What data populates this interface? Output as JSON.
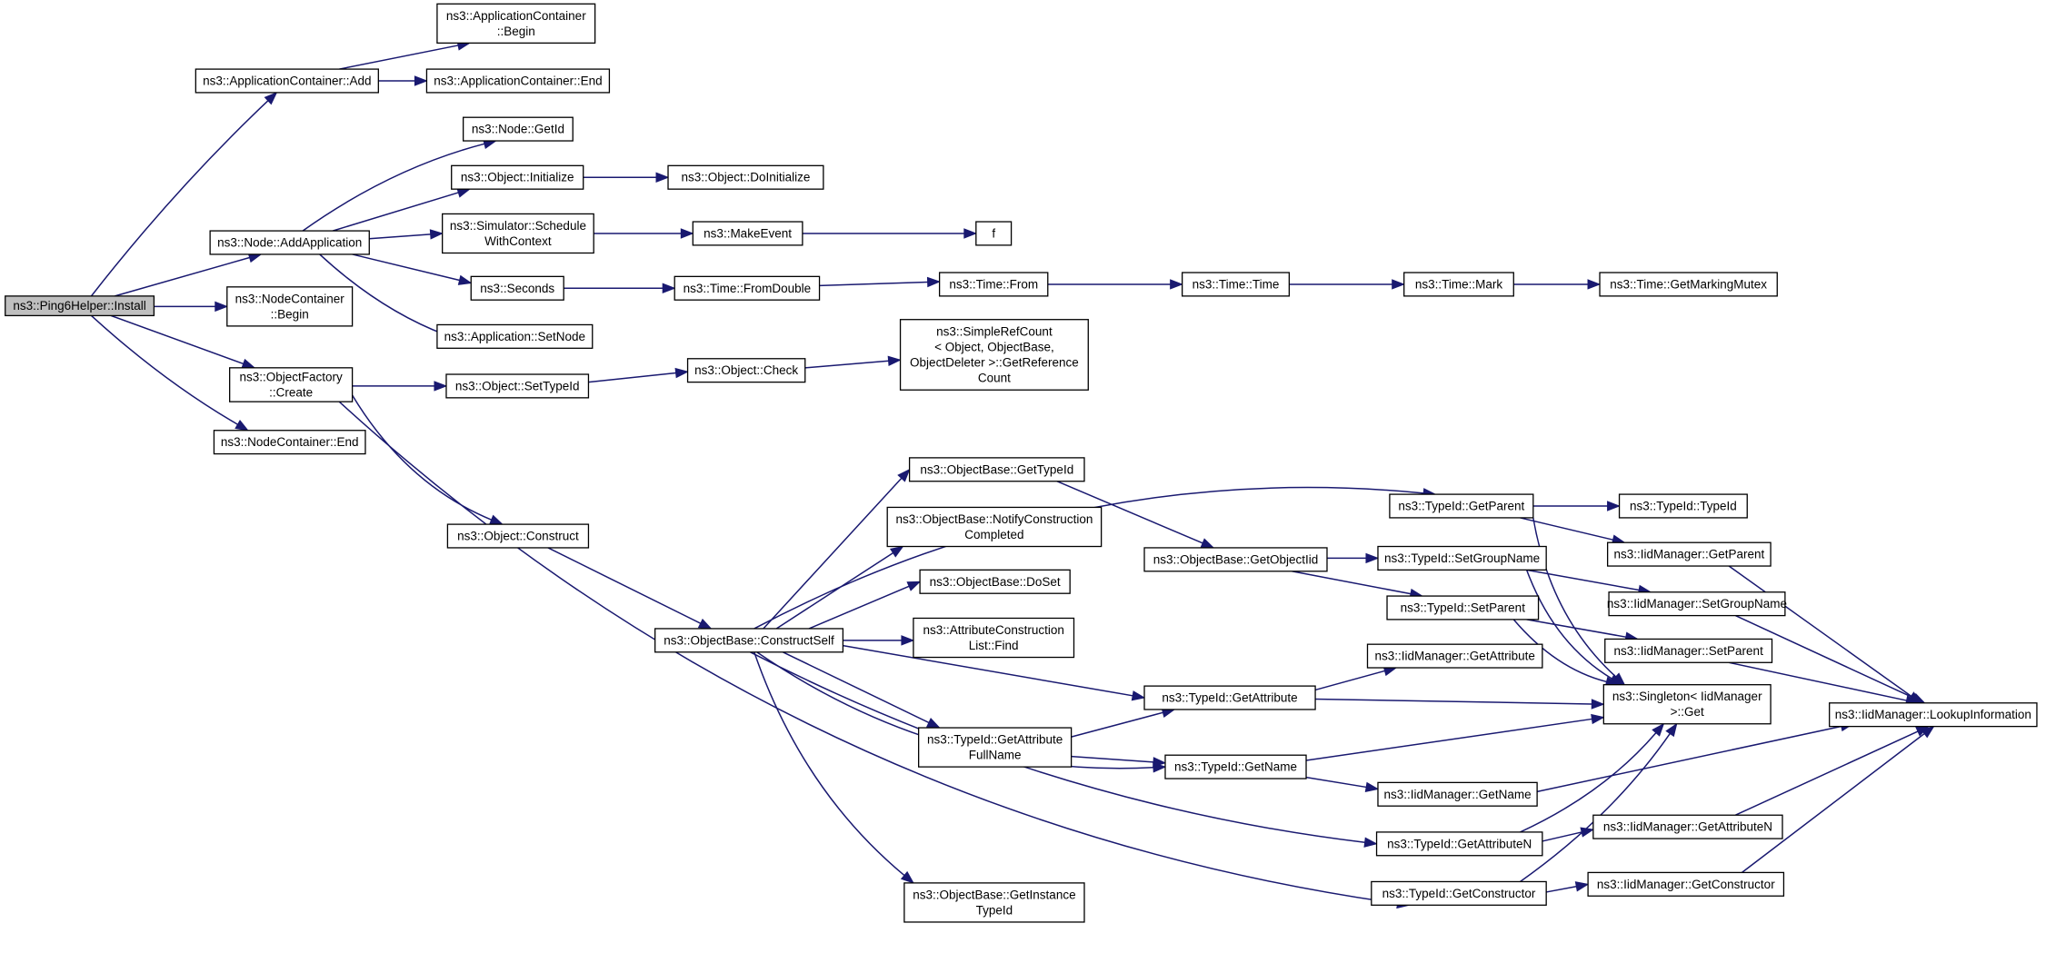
{
  "nodes": {
    "n0": {
      "lines": [
        "ns3::Ping6Helper::Install"
      ],
      "root": true
    },
    "n1": {
      "lines": [
        "ns3::ApplicationContainer::Add"
      ]
    },
    "n2": {
      "lines": [
        "ns3::ApplicationContainer",
        "::Begin"
      ]
    },
    "n3": {
      "lines": [
        "ns3::ApplicationContainer::End"
      ]
    },
    "n4": {
      "lines": [
        "ns3::Node::AddApplication"
      ]
    },
    "n5": {
      "lines": [
        "ns3::Node::GetId"
      ]
    },
    "n6": {
      "lines": [
        "ns3::Object::Initialize"
      ]
    },
    "n7": {
      "lines": [
        "ns3::Object::DoInitialize"
      ]
    },
    "n8": {
      "lines": [
        "ns3::Simulator::Schedule",
        "WithContext"
      ]
    },
    "n9": {
      "lines": [
        "ns3::MakeEvent"
      ]
    },
    "n10": {
      "lines": [
        "f"
      ]
    },
    "n11": {
      "lines": [
        "ns3::Seconds"
      ]
    },
    "n12": {
      "lines": [
        "ns3::Time::FromDouble"
      ]
    },
    "n13": {
      "lines": [
        "ns3::Time::From"
      ]
    },
    "n14": {
      "lines": [
        "ns3::Time::Time"
      ]
    },
    "n15": {
      "lines": [
        "ns3::Time::Mark"
      ]
    },
    "n16": {
      "lines": [
        "ns3::Time::GetMarkingMutex"
      ]
    },
    "n17": {
      "lines": [
        "ns3::Application::SetNode"
      ]
    },
    "n18": {
      "lines": [
        "ns3::NodeContainer",
        "::Begin"
      ]
    },
    "n19": {
      "lines": [
        "ns3::ObjectFactory",
        "::Create"
      ]
    },
    "n20": {
      "lines": [
        "ns3::Object::SetTypeId"
      ]
    },
    "n21": {
      "lines": [
        "ns3::Object::Check"
      ]
    },
    "n22": {
      "lines": [
        "ns3::SimpleRefCount",
        "< Object, ObjectBase,",
        " ObjectDeleter >::GetReference",
        "Count"
      ]
    },
    "n23": {
      "lines": [
        "ns3::NodeContainer::End"
      ]
    },
    "n24": {
      "lines": [
        "ns3::Object::Construct"
      ]
    },
    "n25": {
      "lines": [
        "ns3::ObjectBase::ConstructSelf"
      ]
    },
    "n26": {
      "lines": [
        "ns3::ObjectBase::GetTypeId"
      ]
    },
    "n27": {
      "lines": [
        "ns3::ObjectBase::NotifyConstruction",
        "Completed"
      ]
    },
    "n28": {
      "lines": [
        "ns3::ObjectBase::DoSet"
      ]
    },
    "n29": {
      "lines": [
        "ns3::AttributeConstruction",
        "List::Find"
      ]
    },
    "n30": {
      "lines": [
        "ns3::TypeId::GetAttribute",
        "FullName"
      ]
    },
    "n31": {
      "lines": [
        "ns3::ObjectBase::GetInstance",
        "TypeId"
      ]
    },
    "n32": {
      "lines": [
        "ns3::ObjectBase::GetObjectIid"
      ]
    },
    "n33": {
      "lines": [
        "ns3::TypeId::GetAttribute"
      ]
    },
    "n34": {
      "lines": [
        "ns3::TypeId::GetName"
      ]
    },
    "n35": {
      "lines": [
        "ns3::TypeId::GetParent"
      ]
    },
    "n36": {
      "lines": [
        "ns3::TypeId::SetGroupName"
      ]
    },
    "n37": {
      "lines": [
        "ns3::TypeId::SetParent"
      ]
    },
    "n38": {
      "lines": [
        "ns3::IidManager::GetAttribute"
      ]
    },
    "n39": {
      "lines": [
        "ns3::TypeId::GetAttributeN"
      ]
    },
    "n40": {
      "lines": [
        "ns3::TypeId::GetConstructor"
      ]
    },
    "n41": {
      "lines": [
        "ns3::TypeId::TypeId"
      ]
    },
    "n42": {
      "lines": [
        "ns3::IidManager::GetParent"
      ]
    },
    "n43": {
      "lines": [
        "ns3::IidManager::SetGroupName"
      ]
    },
    "n44": {
      "lines": [
        "ns3::IidManager::SetParent"
      ]
    },
    "n45": {
      "lines": [
        "ns3::Singleton< IidManager",
        " >::Get"
      ]
    },
    "n46": {
      "lines": [
        "ns3::IidManager::GetName"
      ]
    },
    "n47": {
      "lines": [
        "ns3::IidManager::GetAttributeN"
      ]
    },
    "n48": {
      "lines": [
        "ns3::IidManager::GetConstructor"
      ]
    },
    "n49": {
      "lines": [
        "ns3::IidManager::LookupInformation"
      ]
    }
  },
  "edges": [
    [
      "n0",
      "n1"
    ],
    [
      "n0",
      "n4"
    ],
    [
      "n0",
      "n18"
    ],
    [
      "n0",
      "n19"
    ],
    [
      "n0",
      "n23"
    ],
    [
      "n1",
      "n2"
    ],
    [
      "n1",
      "n3"
    ],
    [
      "n4",
      "n5"
    ],
    [
      "n4",
      "n6"
    ],
    [
      "n4",
      "n8"
    ],
    [
      "n4",
      "n11"
    ],
    [
      "n4",
      "n17"
    ],
    [
      "n6",
      "n7"
    ],
    [
      "n8",
      "n9"
    ],
    [
      "n9",
      "n10"
    ],
    [
      "n11",
      "n12"
    ],
    [
      "n12",
      "n13"
    ],
    [
      "n13",
      "n14"
    ],
    [
      "n14",
      "n15"
    ],
    [
      "n15",
      "n16"
    ],
    [
      "n19",
      "n20"
    ],
    [
      "n19",
      "n24"
    ],
    [
      "n19",
      "n40"
    ],
    [
      "n20",
      "n21"
    ],
    [
      "n21",
      "n22"
    ],
    [
      "n24",
      "n25"
    ],
    [
      "n25",
      "n26"
    ],
    [
      "n25",
      "n27"
    ],
    [
      "n25",
      "n28"
    ],
    [
      "n25",
      "n29"
    ],
    [
      "n25",
      "n30"
    ],
    [
      "n25",
      "n31"
    ],
    [
      "n25",
      "n33"
    ],
    [
      "n25",
      "n34"
    ],
    [
      "n25",
      "n35"
    ],
    [
      "n25",
      "n39"
    ],
    [
      "n26",
      "n32"
    ],
    [
      "n30",
      "n33"
    ],
    [
      "n30",
      "n34"
    ],
    [
      "n32",
      "n36"
    ],
    [
      "n32",
      "n37"
    ],
    [
      "n33",
      "n38"
    ],
    [
      "n33",
      "n45"
    ],
    [
      "n34",
      "n46"
    ],
    [
      "n34",
      "n45"
    ],
    [
      "n35",
      "n41"
    ],
    [
      "n35",
      "n42"
    ],
    [
      "n35",
      "n45"
    ],
    [
      "n36",
      "n43"
    ],
    [
      "n36",
      "n45"
    ],
    [
      "n37",
      "n44"
    ],
    [
      "n37",
      "n45"
    ],
    [
      "n39",
      "n47"
    ],
    [
      "n39",
      "n45"
    ],
    [
      "n40",
      "n48"
    ],
    [
      "n40",
      "n45"
    ],
    [
      "n42",
      "n49"
    ],
    [
      "n43",
      "n49"
    ],
    [
      "n44",
      "n49"
    ],
    [
      "n46",
      "n49"
    ],
    [
      "n47",
      "n49"
    ],
    [
      "n48",
      "n49"
    ]
  ],
  "colors": {
    "edge": "#191970",
    "root_fill": "#bfbfbf",
    "node_fill": "#ffffff",
    "node_border": "#000000"
  }
}
